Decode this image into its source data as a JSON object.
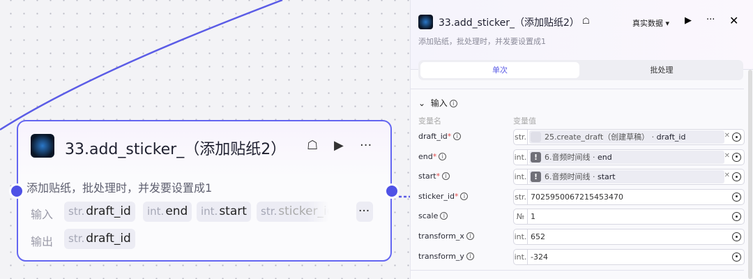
{
  "node": {
    "title": "33.add_sticker_（添加贴纸2）",
    "description": "添加贴纸，批处理时，并发要设置成1",
    "input_label": "输入",
    "output_label": "输出",
    "inputs": [
      {
        "type": "str.",
        "name": "draft_id"
      },
      {
        "type": "int.",
        "name": "end"
      },
      {
        "type": "int.",
        "name": "start"
      },
      {
        "type": "str.",
        "name": "sticker_id"
      }
    ],
    "more": "···",
    "outputs": [
      {
        "type": "str.",
        "name": "draft_id"
      }
    ]
  },
  "panel": {
    "title": "33.add_sticker_（添加贴纸2）",
    "description": "添加贴纸，批处理时，并发要设置成1",
    "data_mode": "真实数据",
    "tabs": [
      "单次",
      "批处理"
    ],
    "active_tab": 0,
    "section": "输入",
    "col_name": "变量名",
    "col_value": "变量值",
    "params": [
      {
        "name": "draft_id",
        "required": true,
        "type": "str.",
        "ref": "25.create_draft（创建草稿）",
        "field": "draft_id",
        "warn": false
      },
      {
        "name": "end",
        "required": true,
        "type": "int.",
        "ref": "6.音频时间线",
        "field": "end",
        "warn": true
      },
      {
        "name": "start",
        "required": true,
        "type": "int.",
        "ref": "6.音频时间线",
        "field": "start",
        "warn": true
      },
      {
        "name": "sticker_id",
        "required": true,
        "type": "str.",
        "value": "7025950067215453470"
      },
      {
        "name": "scale",
        "required": false,
        "type": "№",
        "value": "1"
      },
      {
        "name": "transform_x",
        "required": false,
        "type": "int.",
        "value": "652"
      },
      {
        "name": "transform_y",
        "required": false,
        "type": "int.",
        "value": "-324"
      }
    ]
  },
  "colors": {
    "accent": "#4f52e6",
    "edge": "#5b5ce6"
  }
}
